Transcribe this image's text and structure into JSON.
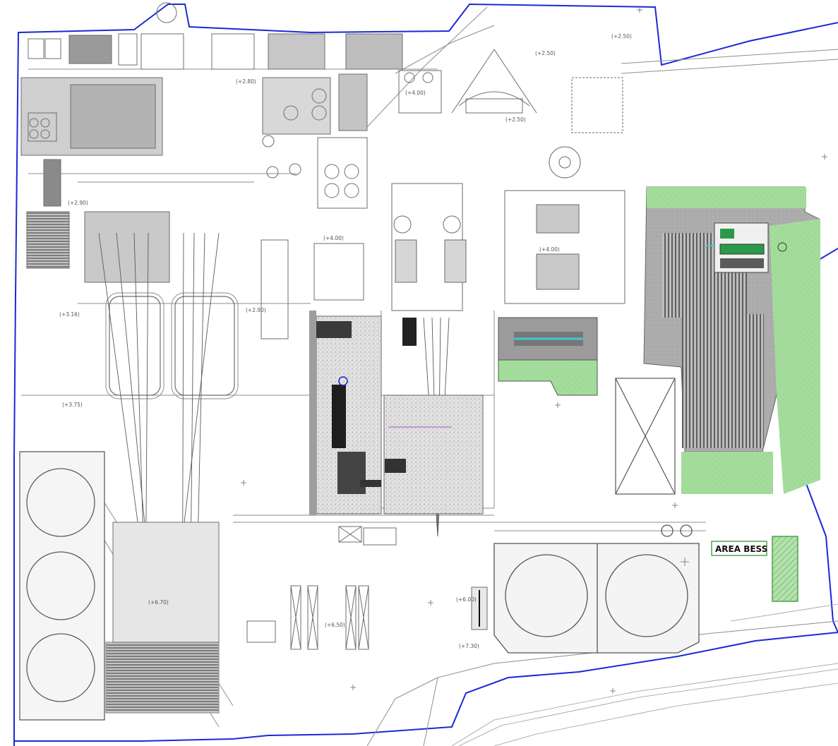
{
  "area_label": "AREA BESS",
  "colors": {
    "boundary": "#1a2ad6",
    "line": "#6d6d6d",
    "light_line": "#a7a7a7",
    "green_fill": "#9fd997",
    "green_dark": "#4aa64a",
    "grey_fill": "#a8a8a8",
    "cyan": "#3cc8d8",
    "stipple": "#d6d6d6"
  },
  "elevation_labels": [
    "(+2.50)",
    "(+2.50)",
    "(+2.80)",
    "(+4.00)",
    "(+2.50)",
    "(+2.90)",
    "(+4.00)",
    "(+4.00)",
    "(+3.16)",
    "(+2.90)",
    "(+3.75)",
    "(+6.70)",
    "(+6.50)",
    "(+6.00)",
    "(+7.30)"
  ]
}
